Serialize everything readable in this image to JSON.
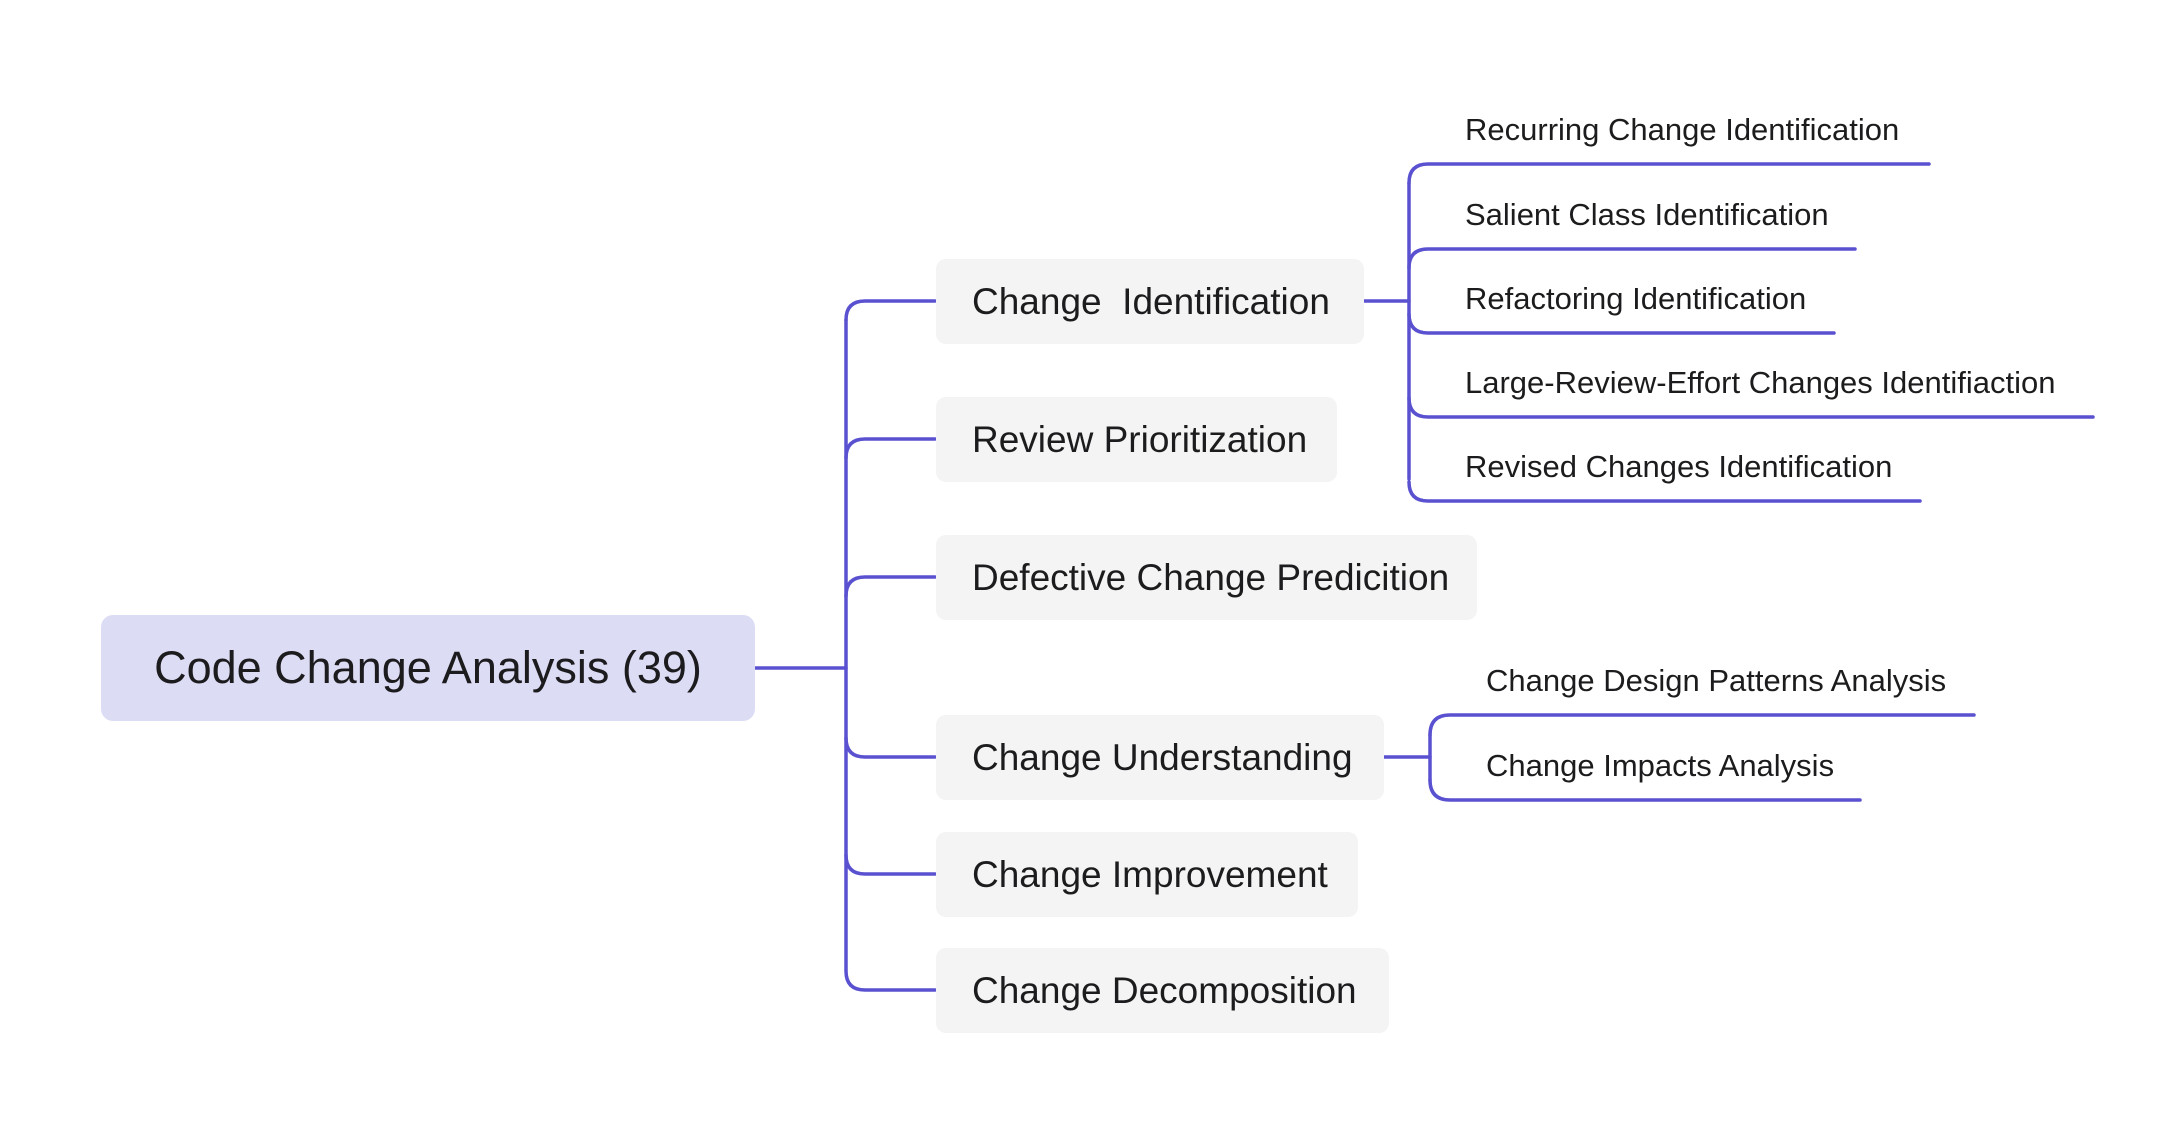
{
  "root": {
    "label": "Code Change Analysis (39)"
  },
  "branches": [
    {
      "label": "Change  Identification"
    },
    {
      "label": "Review Prioritization"
    },
    {
      "label": "Defective Change Predicition"
    },
    {
      "label": "Change Understanding"
    },
    {
      "label": "Change Improvement"
    },
    {
      "label": "Change Decomposition"
    }
  ],
  "leaves": {
    "change_identification": [
      "Recurring Change Identification",
      "Salient Class Identification",
      "Refactoring Identification",
      "Large-Review-Effort Changes Identifiaction",
      "Revised Changes Identification"
    ],
    "change_understanding": [
      "Change Design Patterns Analysis",
      "Change Impacts Analysis"
    ]
  },
  "colors": {
    "line": "#5a51d0",
    "root_fill": "#dddcf5",
    "node_fill": "#f4f4f4"
  }
}
